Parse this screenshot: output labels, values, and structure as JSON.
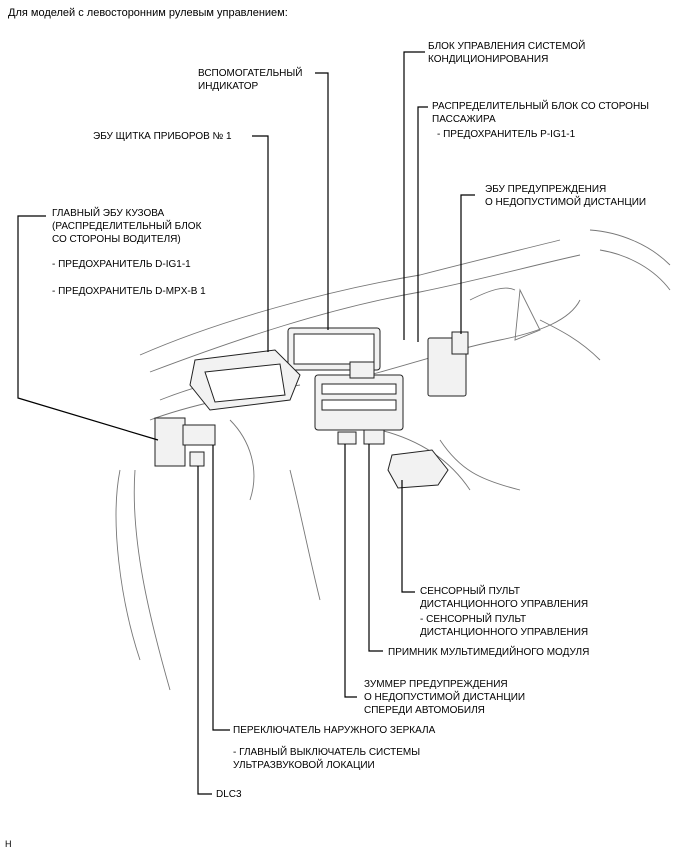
{
  "header": {
    "title": "Для моделей с левосторонним рулевым управлением:"
  },
  "callouts": {
    "ac_control": "БЛОК УПРАВЛЕНИЯ СИСТЕМОЙ\nКОНДИЦИОНИРОВАНИЯ",
    "aux_indicator": "ВСПОМОГАТЕЛЬНЫЙ\nИНДИКАТОР",
    "passenger_jb": "РАСПРЕДЕЛИТЕЛЬНЫЙ БЛОК СО СТОРОНЫ\nПАССАЖИРА",
    "passenger_jb_sub": "- ПРЕДОХРАНИТЕЛЬ P-IG1-1",
    "meter_ecu": "ЭБУ ЩИТКА ПРИБОРОВ № 1",
    "distance_warning_ecu": "ЭБУ ПРЕДУПРЕЖДЕНИЯ\nО НЕДОПУСТИМОЙ ДИСТАНЦИИ",
    "main_body_ecu": "ГЛАВНЫЙ ЭБУ КУЗОВА\n(РАСПРЕДЕЛИТЕЛЬНЫЙ БЛОК\nСО СТОРОНЫ ВОДИТЕЛЯ)",
    "main_body_ecu_sub1": "- ПРЕДОХРАНИТЕЛЬ D-IG1-1",
    "main_body_ecu_sub2": "- ПРЕДОХРАНИТЕЛЬ D-MPX-B 1",
    "touch_remote": "СЕНСОРНЫЙ ПУЛЬТ\nДИСТАНЦИОННОГО УПРАВЛЕНИЯ",
    "touch_remote_sub": "- СЕНСОРНЫЙ ПУЛЬТ\nДИСТАНЦИОННОГО УПРАВЛЕНИЯ",
    "multimedia_receiver": "ПРИМНИК МУЛЬТИМЕДИЙНОГО МОДУЛЯ",
    "front_buzzer": "ЗУММЕР ПРЕДУПРЕЖДЕНИЯ\nО НЕДОПУСТИМОЙ ДИСТАНЦИИ\nСПЕРЕДИ АВТОМОБИЛЯ",
    "mirror_switch": "ПЕРЕКЛЮЧАТЕЛЬ НАРУЖНОГО ЗЕРКАЛА",
    "mirror_switch_sub": "- ГЛАВНЫЙ ВЫКЛЮЧАТЕЛЬ СИСТЕМЫ\nУЛЬТРАЗВУКОВОЙ ЛОКАЦИИ",
    "dlc3": "DLC3"
  },
  "footer": {
    "code": "H"
  }
}
